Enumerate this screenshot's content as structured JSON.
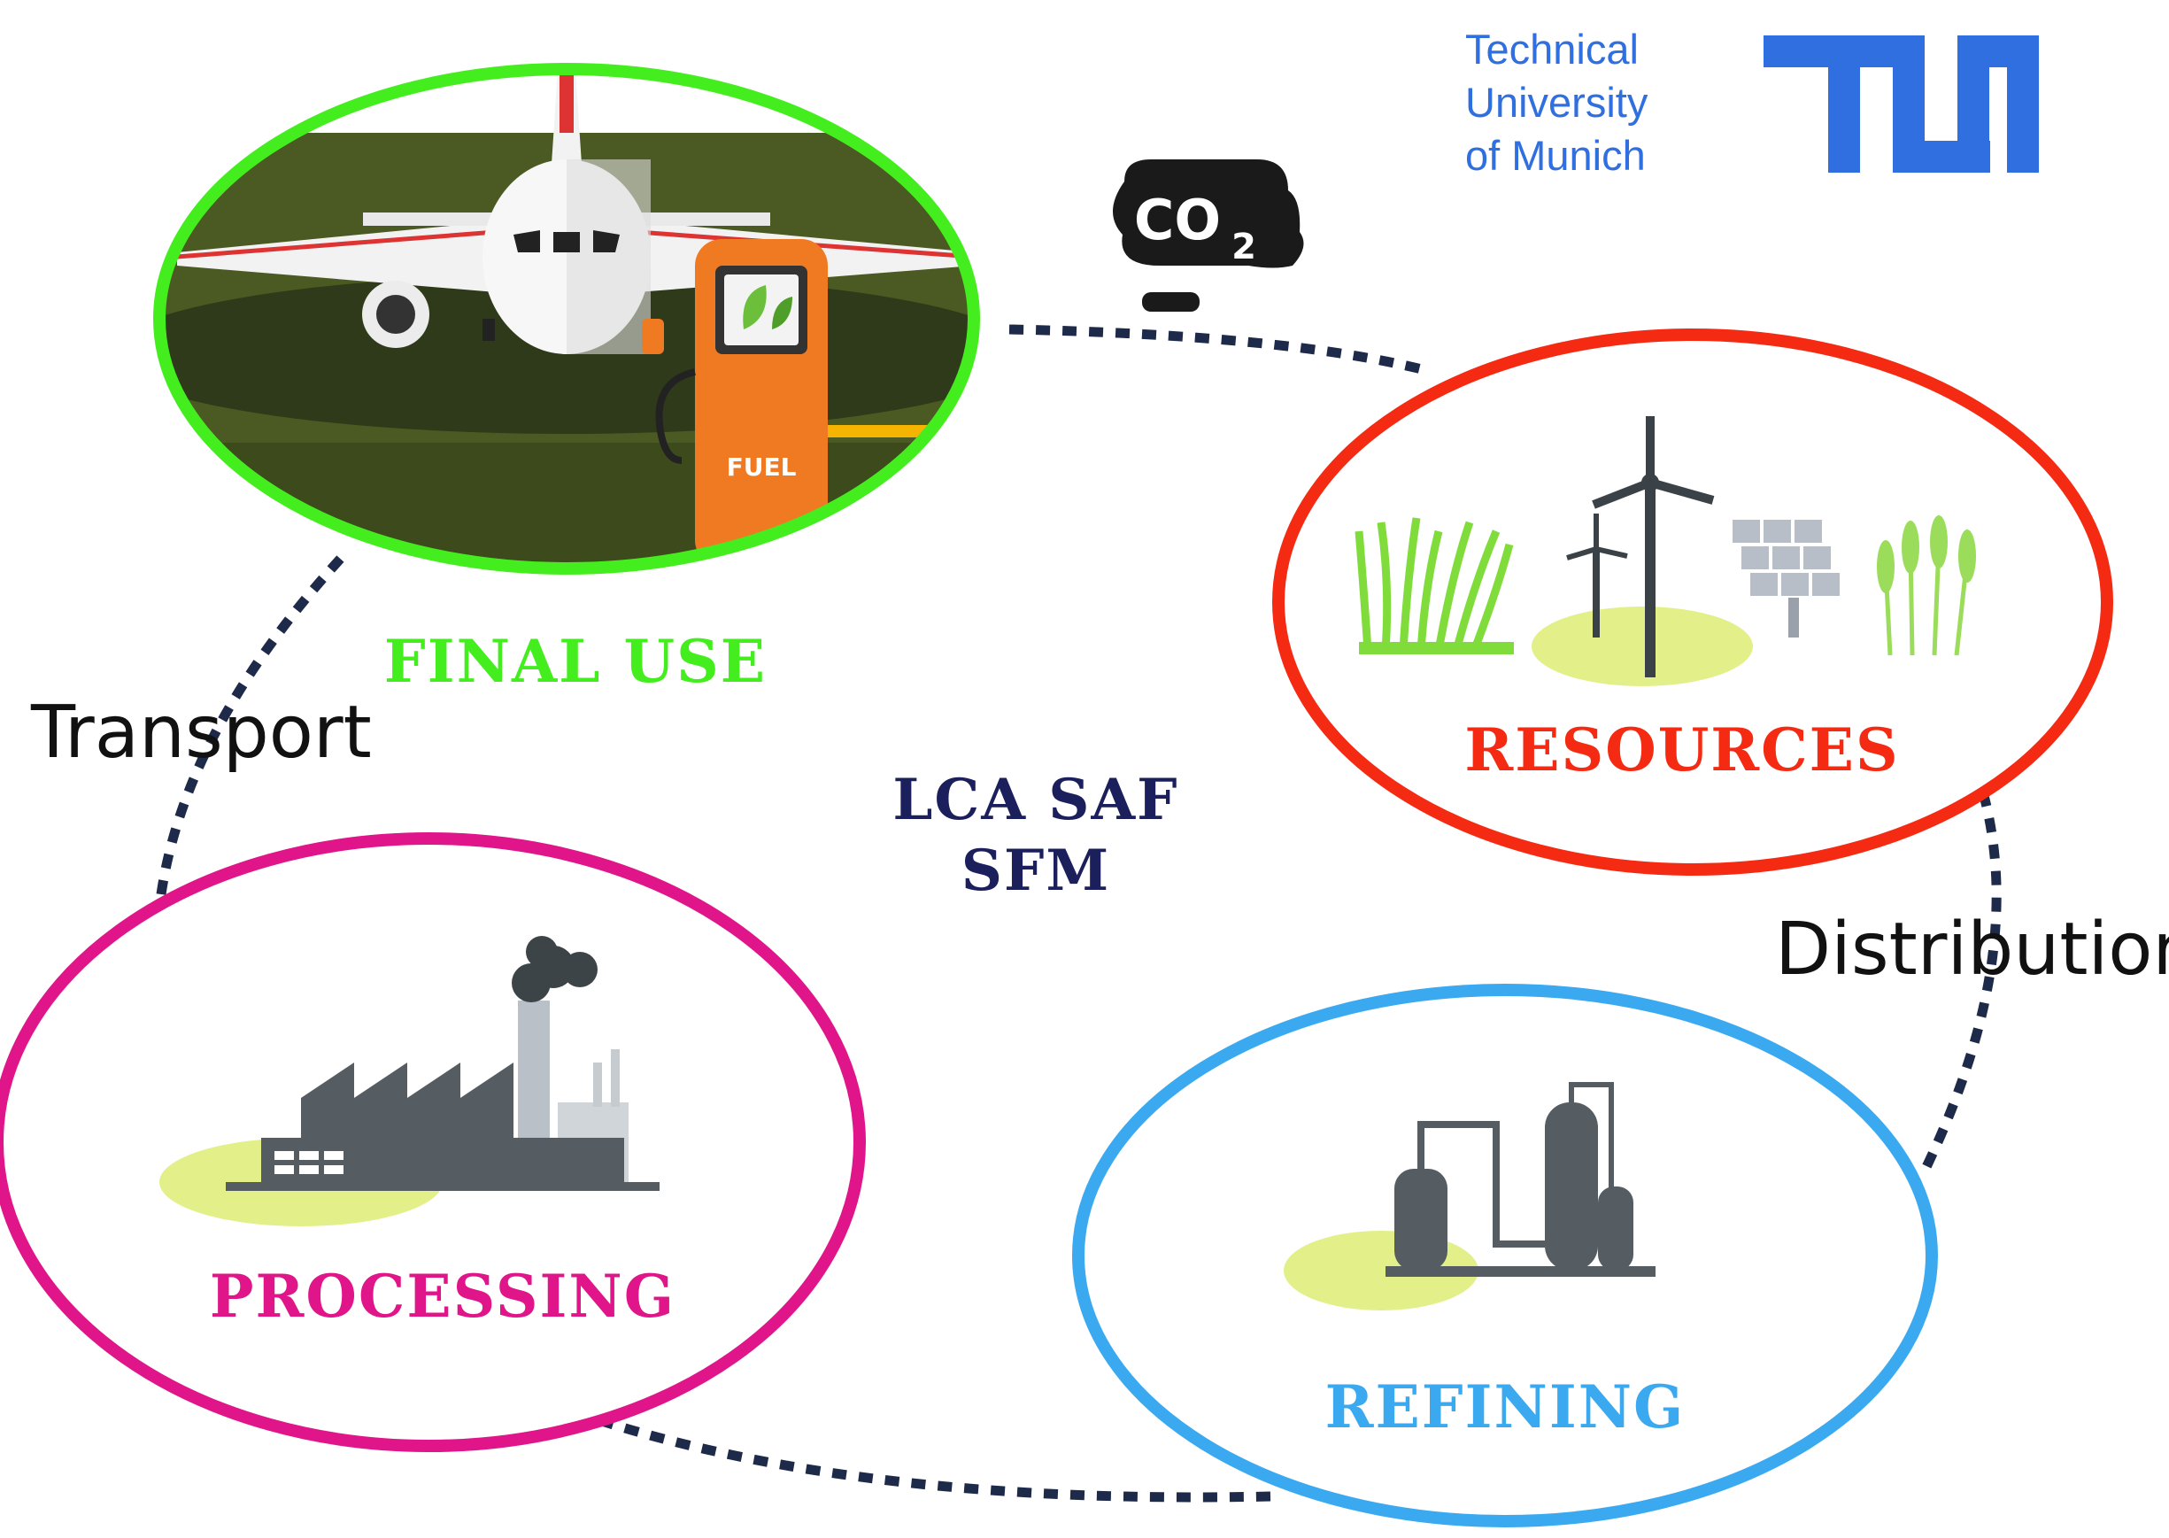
{
  "logo": {
    "university_lines": [
      "Technical",
      "University",
      "of Munich"
    ],
    "wordmark": "TUM",
    "color": "#2F6FE0"
  },
  "co2": {
    "text": "CO",
    "subscript": "2",
    "color": "#1a1a1a"
  },
  "center": {
    "line1": "LCA SAF",
    "line2": "SFM",
    "color": "#1b1f5c"
  },
  "stages": {
    "final_use": {
      "label": "FINAL USE",
      "color": "#44EE1E",
      "icon": "airplane-fuel-pump-icon",
      "pump_text": "FUEL"
    },
    "resources": {
      "label": "RESOURCES",
      "color": "#F52A12",
      "icon": "renewable-resources-icon"
    },
    "refining": {
      "label": "REFINING",
      "color": "#3AA9F0",
      "icon": "refinery-icon"
    },
    "processing": {
      "label": "PROCESSING",
      "color": "#E0158A",
      "icon": "factory-icon"
    }
  },
  "links": {
    "transport": "Transport",
    "distribution": "Distribution"
  },
  "path_color": "#1e2a4a"
}
